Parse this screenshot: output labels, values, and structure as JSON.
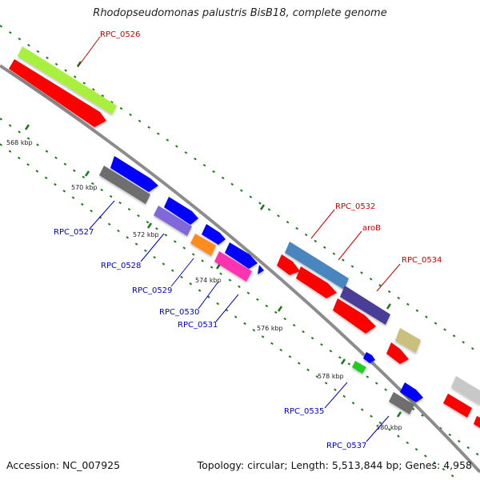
{
  "title": "Rhodopseudomonas palustris BisB18, complete genome",
  "accession": "Accession: NC_007925",
  "stats": "Topology: circular; Length: 5,513,844 bp; Genes: 4,958",
  "kbp_ticks": [
    "568 kbp",
    "570 kbp",
    "572 kbp",
    "574 kbp",
    "576 kbp",
    "578 kbp",
    "580 kbp"
  ],
  "gene_labels": {
    "rpc_0526": "RPC_0526",
    "rpc_0527": "RPC_0527",
    "rpc_0528": "RPC_0528",
    "rpc_0529": "RPC_0529",
    "rpc_0530": "RPC_0530",
    "rpc_0531": "RPC_0531",
    "rpc_0532": "RPC_0532",
    "arob": "aroB",
    "rpc_0534": "RPC_0534",
    "rpc_0535": "RPC_0535",
    "rpc_0537": "RPC_0537"
  },
  "colors": {
    "backbone": "#8c8c8c",
    "tick_dots": "#1a7a1a",
    "forward_label": "#cc0000",
    "reverse_label": "#0000cc",
    "cds_red": "#ff0000",
    "cds_blue": "#0000ff",
    "lime": "#a8f03c",
    "grey": "#6e6e6e",
    "purple": "#8068d8",
    "orange": "#ff8c1a",
    "magenta": "#ff30b0",
    "steelblue": "#4a86c0",
    "darkpurple": "#4a3e98",
    "khaki": "#c8c07c",
    "green": "#22cc22",
    "lightgrey": "#c8c8c8"
  }
}
